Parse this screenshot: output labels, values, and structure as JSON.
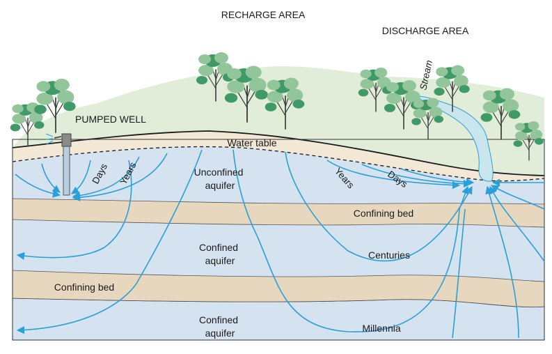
{
  "labels": {
    "recharge_area": "RECHARGE AREA",
    "discharge_area": "DISCHARGE AREA",
    "stream": "Stream",
    "pumped_well": "PUMPED WELL",
    "water_table": "Water table",
    "unconfined_aquifer_line1": "Unconfined",
    "unconfined_aquifer_line2": "aquifer",
    "confining_bed_upper": "Confining bed",
    "confined_aquifer_upper_line1": "Confined",
    "confined_aquifer_upper_line2": "aquifer",
    "confining_bed_lower": "Confining bed",
    "confined_aquifer_lower_line1": "Confined",
    "confined_aquifer_lower_line2": "aquifer",
    "days_left": "Days",
    "years_left": "Years",
    "years_right": "Years",
    "days_right": "Days",
    "centuries": "Centuries",
    "millennia": "Millennia"
  },
  "colors": {
    "hill": "#e2edd9",
    "unsaturated_zone": "#f3e8d6",
    "aquifer": "#d5e2ef",
    "confining_bed": "#e8d7bf",
    "flow_line": "#2a9fd8",
    "stream": "#c9e6ef",
    "foliage_light": "#93c59a",
    "foliage_dark": "#3f9a68",
    "trunk": "#3a3a3a"
  },
  "icons": {
    "pumped_well": "well-pump-icon",
    "tree": "tree-icon"
  }
}
